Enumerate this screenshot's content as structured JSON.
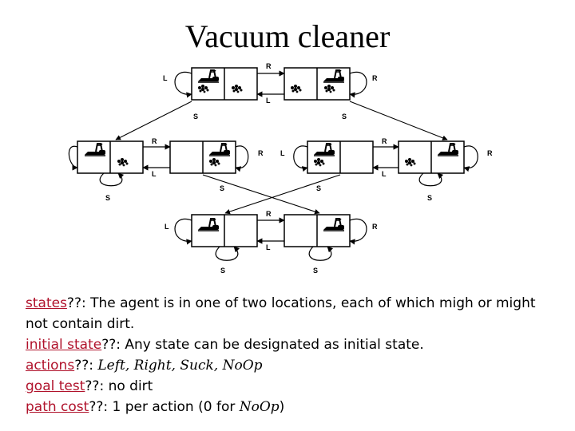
{
  "title": "Vacuum cleaner",
  "diagram": {
    "edge_labels": {
      "right": "R",
      "left": "L",
      "suck": "S"
    }
  },
  "description": [
    {
      "term": "states",
      "marks": "??",
      "text": ": The agent is in one of two locations, each of which migh or might not contain dirt."
    },
    {
      "term": "initial state",
      "marks": "??",
      "text": ": Any state can be designated as initial state."
    },
    {
      "term": "actions",
      "marks": "??",
      "text": ": ",
      "math": "Left, Right, Suck, NoOp"
    },
    {
      "term": "goal test",
      "marks": "??",
      "text": ": no dirt"
    },
    {
      "term": "path cost",
      "marks": "??",
      "text": ": 1 per action (0 for ",
      "math": "NoOp",
      "after": ")"
    }
  ],
  "colors": {
    "term": "#b0122b"
  }
}
